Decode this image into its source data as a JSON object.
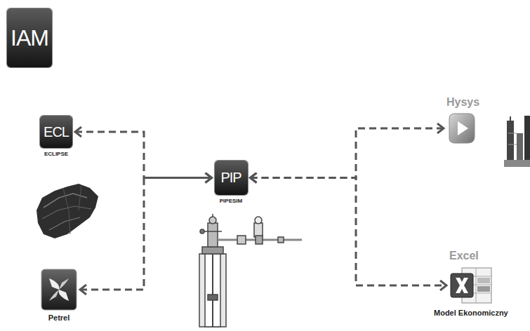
{
  "diagram": {
    "nodes": [
      {
        "text": [
          "IAM"
        ]
      },
      {
        "text": [
          "ECL",
          "ECLIPSE"
        ]
      },
      {
        "text": [
          "Petrel"
        ]
      },
      {
        "text": [
          "PIP",
          "PIPESIM"
        ]
      },
      {
        "text": [
          "Hysys"
        ]
      },
      {
        "text": [
          "Excel",
          "Model Ekonomiczny"
        ]
      }
    ],
    "edges": [
      {
        "from": 1,
        "to": 3,
        "arrow": "both"
      },
      {
        "from": 2,
        "to": 3,
        "arrow": "both"
      },
      {
        "from": 3,
        "to": 4,
        "arrow": "both"
      },
      {
        "from": 3,
        "to": 5,
        "arrow": "both"
      }
    ]
  }
}
